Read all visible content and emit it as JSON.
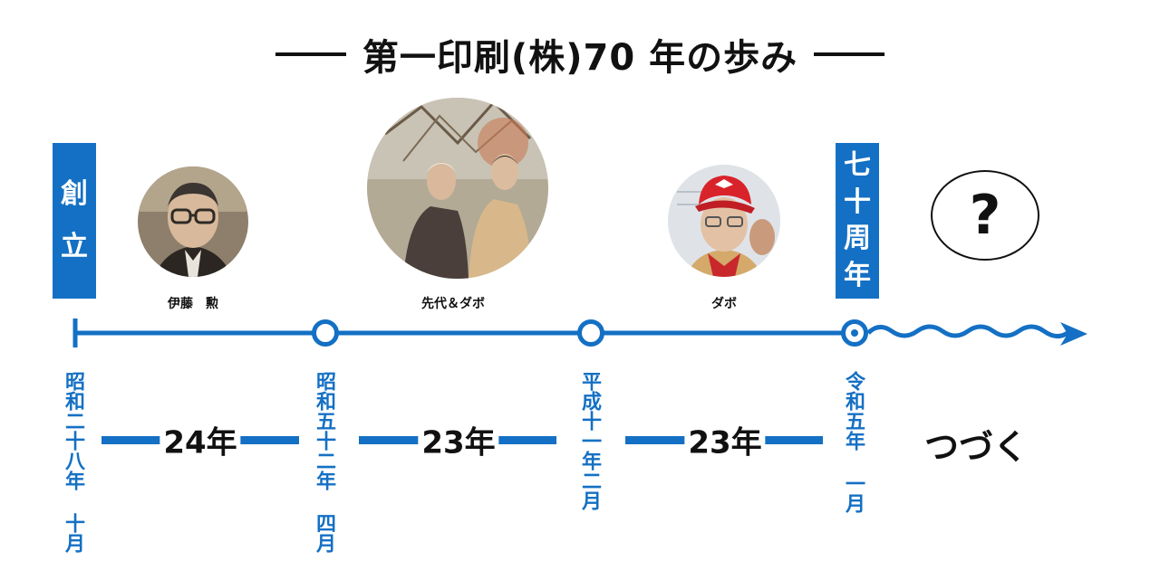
{
  "title": "第一印刷(株)70 年の歩み",
  "tags": {
    "founding": [
      "創",
      "立"
    ],
    "anniversary": [
      "七",
      "十",
      "周",
      "年"
    ]
  },
  "captions": {
    "founder": "伊藤　勲",
    "previous_and_dabo": "先代＆ダボ",
    "dabo": "ダボ"
  },
  "dates": {
    "d1": "昭和二十八年 十月",
    "d2": "昭和五十二年 四月",
    "d3": "平成十一年二月",
    "d4": "令和五年 一月"
  },
  "durations": [
    "24年",
    "23年",
    "23年"
  ],
  "future": {
    "question": "?",
    "continue_text": "つづく"
  },
  "colors": {
    "accent": "#1470c4",
    "text": "#111111"
  }
}
